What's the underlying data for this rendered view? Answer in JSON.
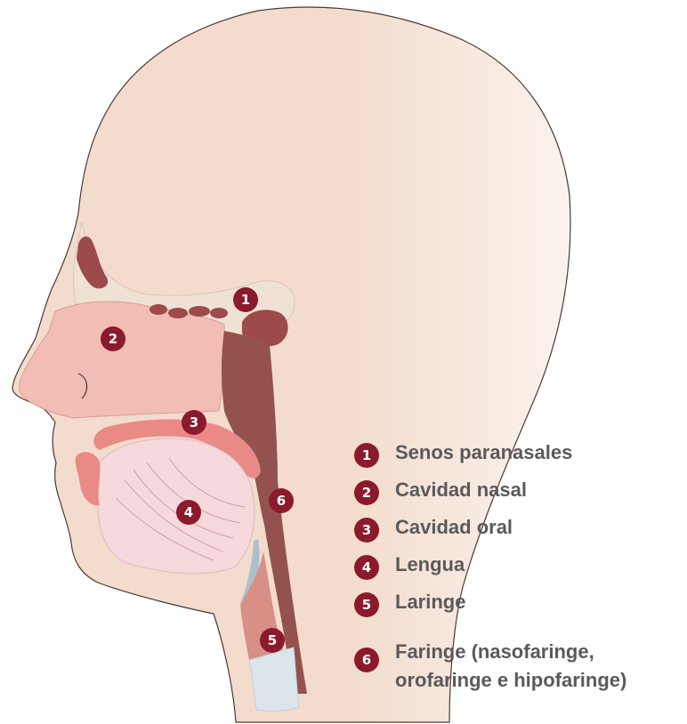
{
  "colors": {
    "accent": "#8b1a2c",
    "label_text": "#5a5a5a",
    "skin": "#f3dccd",
    "skin_light": "#f8ebe1",
    "nasal": "#f2bdb5",
    "oral": "#e98a86",
    "tongue": "#f5d9dc",
    "sinus": "#9c4a4a",
    "pharynx": "#93524e",
    "larynx": "#d88f85",
    "trachea": "#dde5ec",
    "outline": "#4a3a35"
  },
  "markers": [
    "1",
    "2",
    "3",
    "4",
    "5",
    "6"
  ],
  "legend": [
    {
      "number": "1",
      "label": "Senos paranasales"
    },
    {
      "number": "2",
      "label": "Cavidad nasal"
    },
    {
      "number": "3",
      "label": "Cavidad oral"
    },
    {
      "number": "4",
      "label": "Lengua"
    },
    {
      "number": "5",
      "label": "Laringe"
    },
    {
      "number": "6",
      "label": "Faringe (nasofaringe,",
      "label_line2": "orofaringe e hipofaringe)"
    }
  ]
}
